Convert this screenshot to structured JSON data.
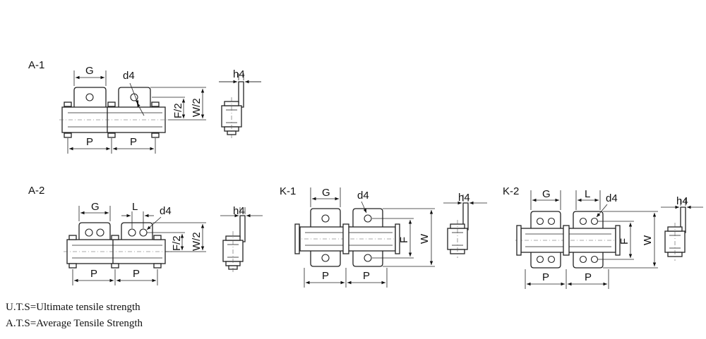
{
  "diagrams": {
    "a1": {
      "title": "A-1",
      "g": "G",
      "d4": "d4",
      "f2": "F/2",
      "w2": "W/2",
      "h4": "h4",
      "p1": "P",
      "p2": "P"
    },
    "a2": {
      "title": "A-2",
      "g": "G",
      "l": "L",
      "d4": "d4",
      "f2": "F/2",
      "w2": "W/2",
      "h4": "h4",
      "p1": "P",
      "p2": "P"
    },
    "k1": {
      "title": "K-1",
      "g": "G",
      "d4": "d4",
      "f": "F",
      "w": "W",
      "h4": "h4",
      "p1": "P",
      "p2": "P"
    },
    "k2": {
      "title": "K-2",
      "g": "G",
      "l": "L",
      "d4": "d4",
      "f": "F",
      "w": "W",
      "h4": "h4",
      "p1": "P",
      "p2": "P"
    }
  },
  "notes": {
    "uts": "U.T.S=Ultimate tensile strength",
    "ats": "A.T.S=Average Tensile Strength"
  }
}
